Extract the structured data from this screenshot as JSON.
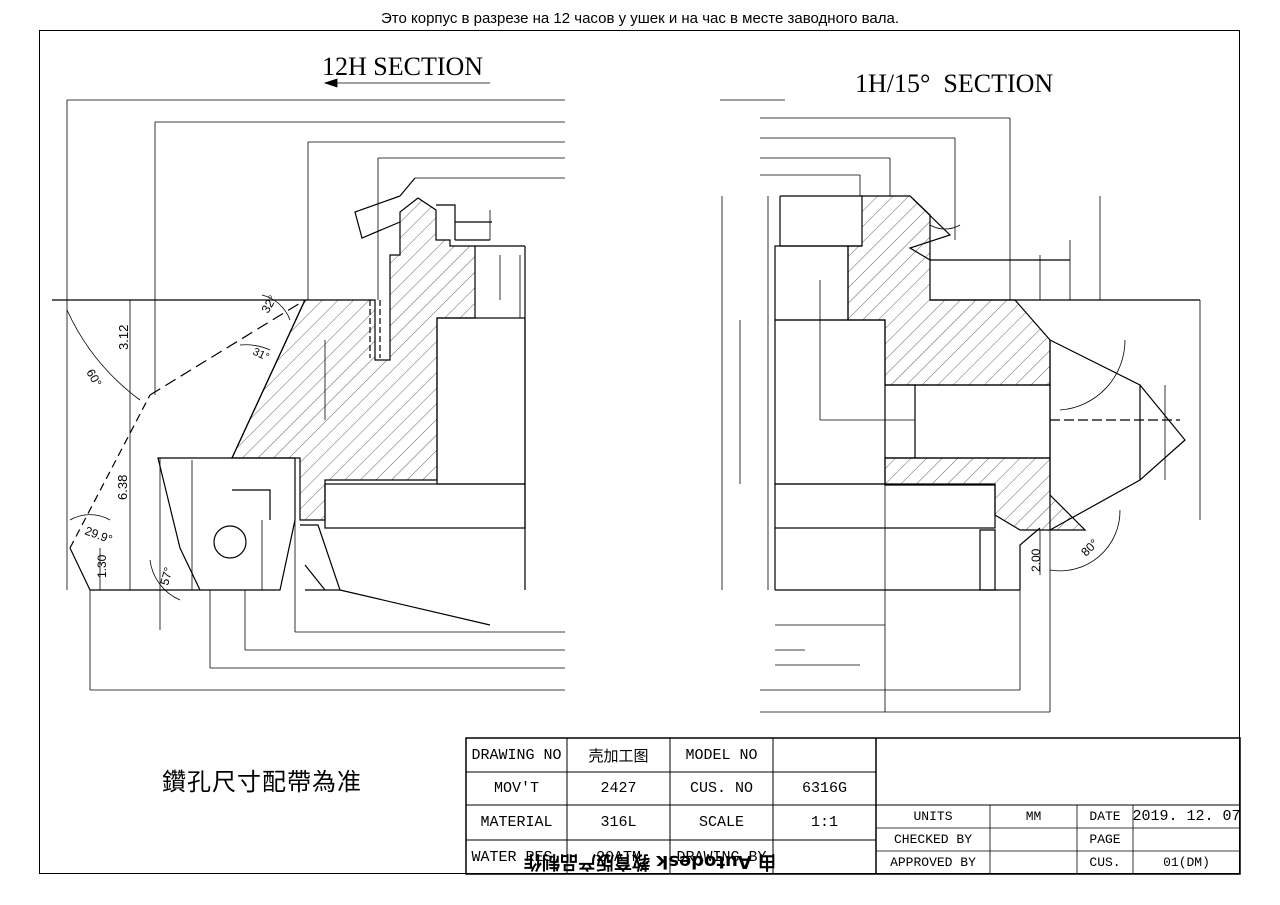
{
  "caption": "Это корпус в разрезе на 12 часов у ушек и на час в месте заводного вала.",
  "sections": {
    "left_title": "12H SECTION",
    "right_title": "1H/15°  SECTION"
  },
  "dimensions": {
    "d_312": "3.12",
    "d_638": "6.38",
    "d_130": "1.30",
    "d_200": "2.00",
    "a_60": "60°",
    "a_32": "32°",
    "a_31": "31°",
    "a_299": "29.9°",
    "a_57": "57°",
    "a_80": "80°"
  },
  "note": "鑽孔尺寸配帶為准",
  "title_block": {
    "drawing_no_label": "DRAWING NO",
    "drawing_no_value": "壳加工图",
    "model_no_label": "MODEL NO",
    "model_no_value": "",
    "movt_label": "MOV'T",
    "movt_value": "2427",
    "cus_no_label": "CUS. NO",
    "cus_no_value": "6316G",
    "material_label": "MATERIAL",
    "material_value": "316L",
    "scale_label": "SCALE",
    "scale_value": "1:1",
    "water_res_label": "WATER RES.",
    "water_res_value": "20ATM",
    "drawing_by_label": "DRAWING BY",
    "units_label": "UNITS",
    "units_value": "MM",
    "date_label": "DATE",
    "date_value": "2019. 12. 07",
    "checked_by_label": "CHECKED BY",
    "page_label": "PAGE",
    "approved_by_label": "APPROVED BY",
    "cus_label": "CUS.",
    "cus_value": "01(DM)"
  },
  "watermark": "由 Autodesk 教育版产品制作"
}
